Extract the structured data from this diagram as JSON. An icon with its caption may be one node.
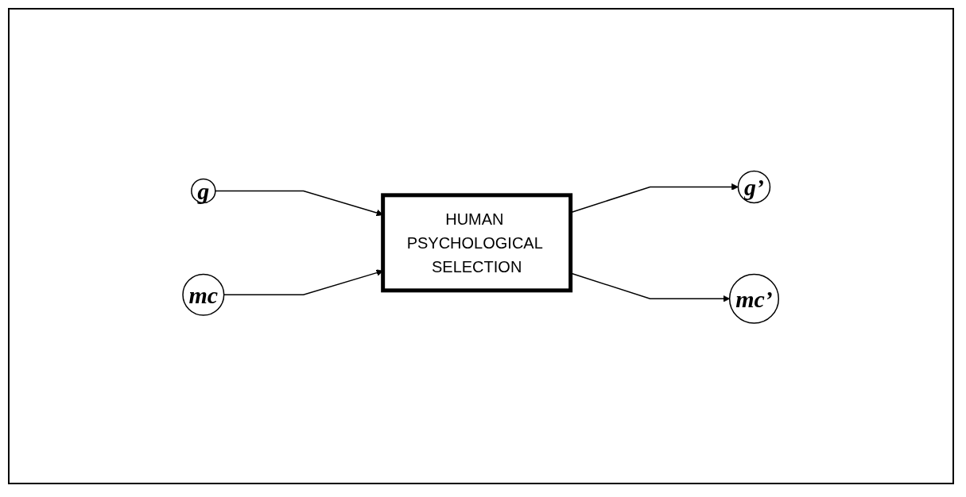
{
  "diagram": {
    "nodes": [
      {
        "text": [
          "g"
        ]
      },
      {
        "text": [
          "mc"
        ]
      },
      {
        "text": [
          "HUMAN PSYCHOLOGICAL SELECTION"
        ]
      },
      {
        "text": [
          "g’"
        ]
      },
      {
        "text": [
          "mc’"
        ]
      }
    ],
    "edges": [
      {
        "from": 0,
        "to": 2,
        "arrow": "to"
      },
      {
        "from": 1,
        "to": 2,
        "arrow": "to"
      },
      {
        "from": 2,
        "to": 3,
        "arrow": "to"
      },
      {
        "from": 2,
        "to": 4,
        "arrow": "to"
      }
    ]
  }
}
